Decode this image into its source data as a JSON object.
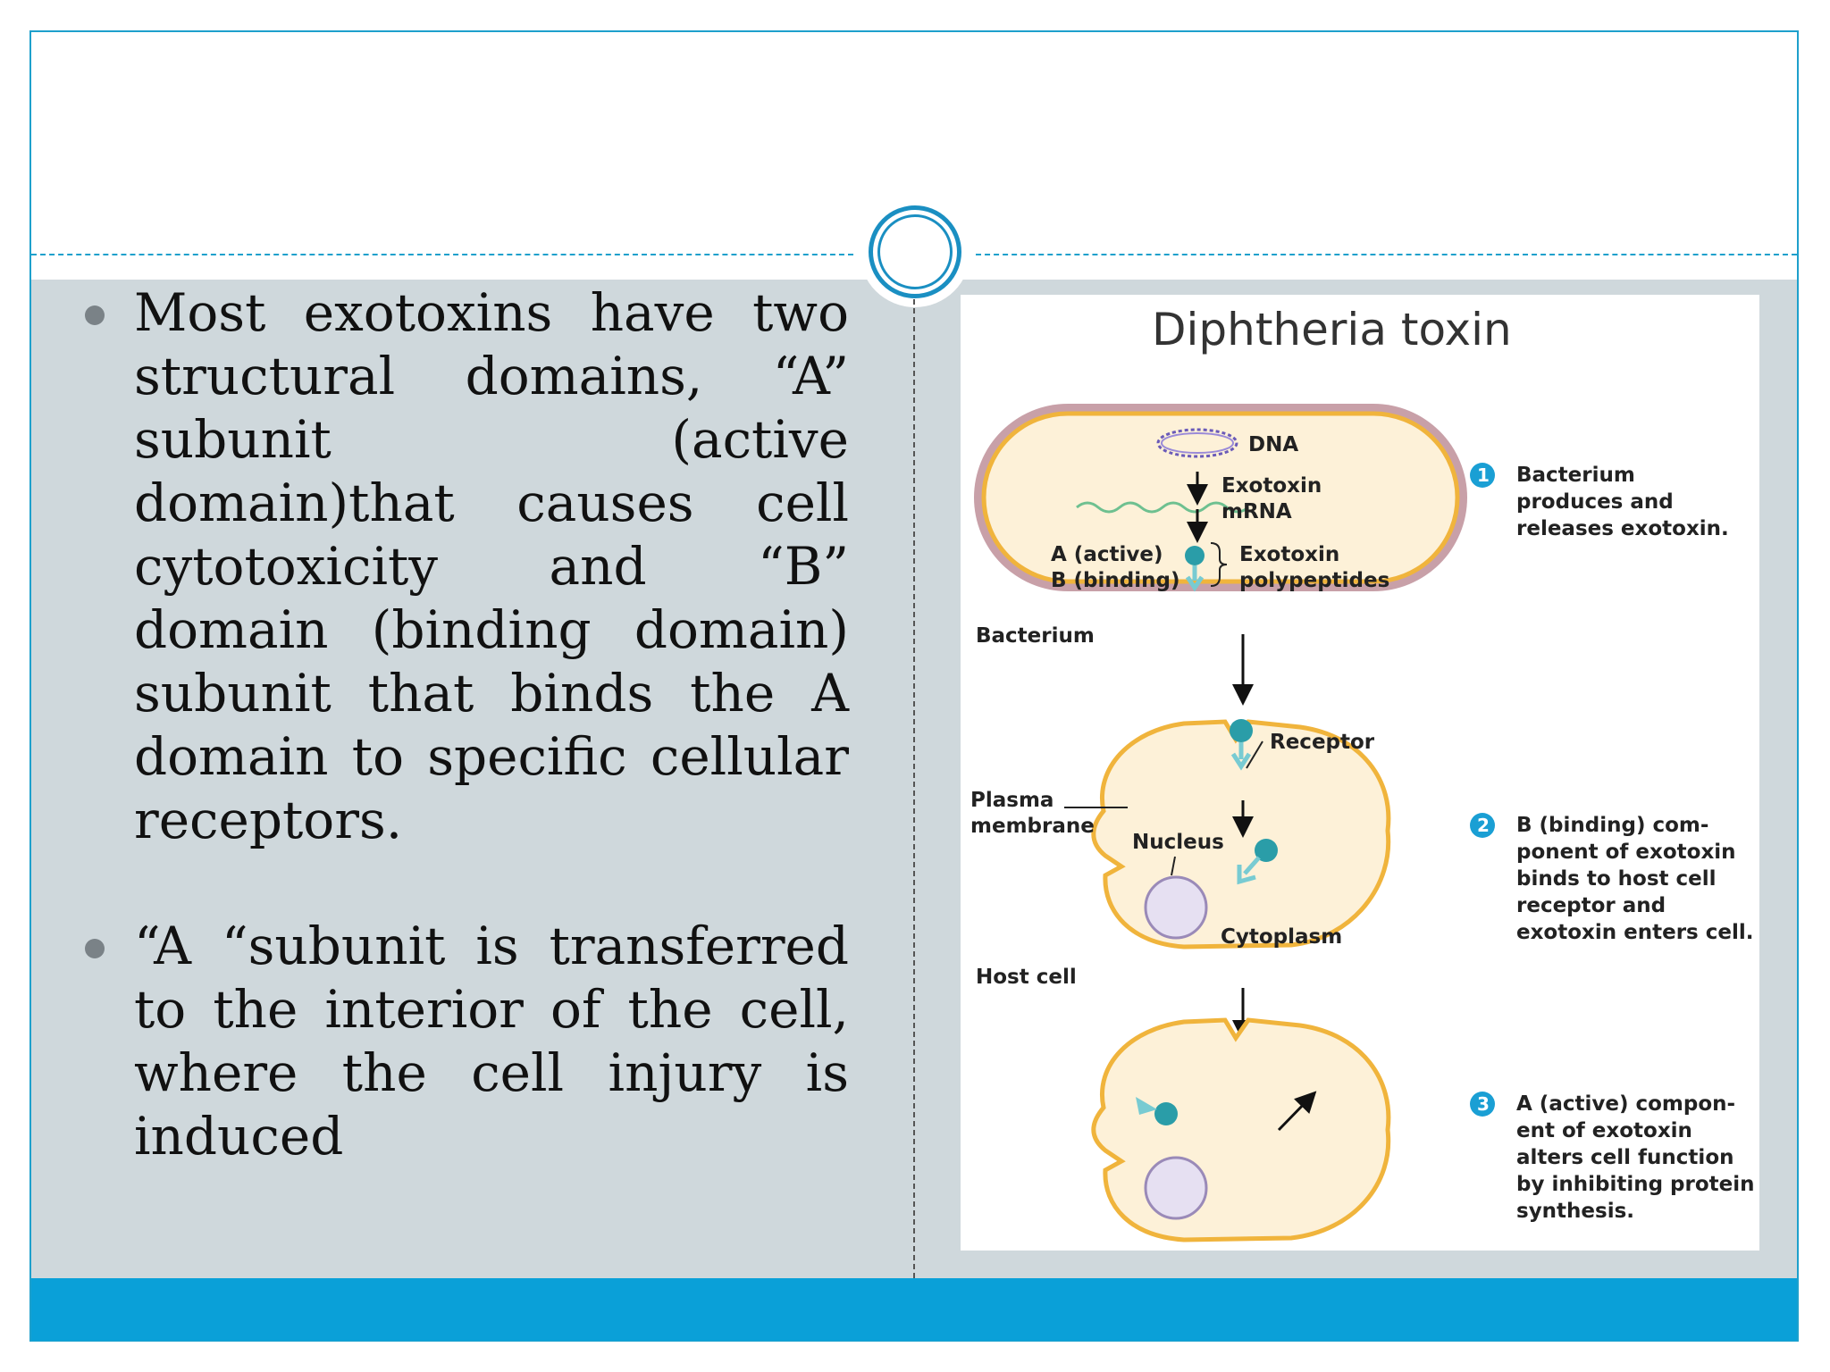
{
  "bullets": [
    {
      "text": "Most exotoxins have two structural domains, “A” subunit (active domain)that causes cell cytotoxicity and “B” domain (binding domain) subunit that binds the A domain to specific cellular receptors."
    },
    {
      "text": "“A “subunit is transferred to the interior of the cell, where the cell injury is induced"
    }
  ],
  "figure": {
    "title": "Diphtheria toxin",
    "labels": {
      "dna": "DNA",
      "exotoxin_mrna_1": "Exotoxin",
      "exotoxin_mrna_2": "mRNA",
      "a_active": "A (active)",
      "b_binding": "B (binding)",
      "polypeptides_1": "Exotoxin",
      "polypeptides_2": "polypeptides",
      "bacterium": "Bacterium",
      "receptor": "Receptor",
      "plasma_membrane_1": "Plasma",
      "plasma_membrane_2": "membrane",
      "nucleus": "Nucleus",
      "cytoplasm": "Cytoplasm",
      "host_cell": "Host cell"
    },
    "steps": [
      {
        "number": "1",
        "lines": [
          "Bacterium",
          "produces and",
          "releases exotoxin."
        ]
      },
      {
        "number": "2",
        "lines": [
          "B (binding) com-",
          "ponent of exotoxin",
          "binds to host cell",
          "receptor and",
          "exotoxin enters cell."
        ]
      },
      {
        "number": "3",
        "lines": [
          "A (active) compon-",
          "ent of exotoxin",
          "alters cell function",
          "by inhibiting protein",
          "synthesis."
        ]
      }
    ]
  },
  "colors": {
    "accent": "#0aa0d8",
    "content_background": "#cfd8dc",
    "toxin_teal": "#2a9da8",
    "cell_fill": "#fdf1d8",
    "cell_border": "#f0b43c",
    "bacterium_border": "#c8a0a8"
  }
}
